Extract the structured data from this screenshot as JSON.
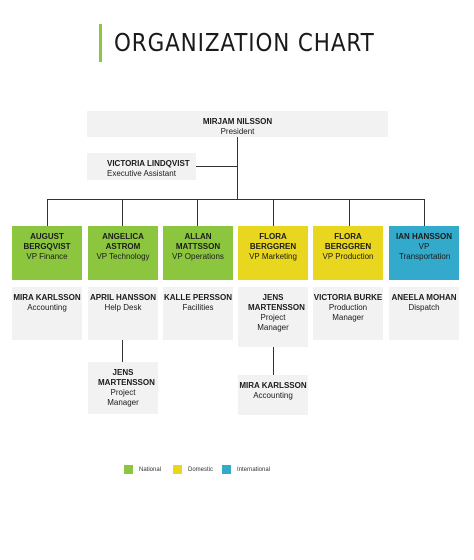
{
  "page": {
    "title": "ORGANIZATION CHART"
  },
  "ceo": {
    "name": "MIRJAM NILSSON",
    "role": "President"
  },
  "assistant": {
    "name": "VICTORIA LINDQVIST",
    "role": "Executive Assistant"
  },
  "vps": [
    {
      "name": "AUGUST BERGQVIST",
      "role": "VP Finance",
      "color": "#8cc63f"
    },
    {
      "name": "ANGELICA ASTROM",
      "role": "VP Technology",
      "color": "#8cc63f"
    },
    {
      "name": "ALLAN MATTSSON",
      "role": "VP Operations",
      "color": "#8cc63f"
    },
    {
      "name": "FLORA BERGGREN",
      "role": "VP Marketing",
      "color": "#e8d61f"
    },
    {
      "name": "FLORA BERGGREN",
      "role": "VP Production",
      "color": "#e8d61f"
    },
    {
      "name": "IAN HANSSON",
      "role": "VP Transportation",
      "color": "#33aacc"
    }
  ],
  "reports": [
    {
      "name": "MIRA KARLSSON",
      "role": "Accounting"
    },
    {
      "name": "APRIL HANSSON",
      "role": "Help Desk"
    },
    {
      "name": "KALLE PERSSON",
      "role": "Facilities"
    },
    {
      "name": "JENS MARTENSSON",
      "role": "Project Manager"
    },
    {
      "name": "VICTORIA BURKE",
      "role": "Production Manager"
    },
    {
      "name": "ANEELA MOHAN",
      "role": "Dispatch"
    }
  ],
  "second_reports": [
    {
      "name": "JENS MARTENSSON",
      "role": "Project Manager"
    },
    {
      "name": "MIRA KARLSSON",
      "role": "Accounting"
    }
  ],
  "legend": [
    {
      "label": "National",
      "color": "#8cc63f"
    },
    {
      "label": "Domestic",
      "color": "#e8d61f"
    },
    {
      "label": "International",
      "color": "#33aacc"
    }
  ]
}
